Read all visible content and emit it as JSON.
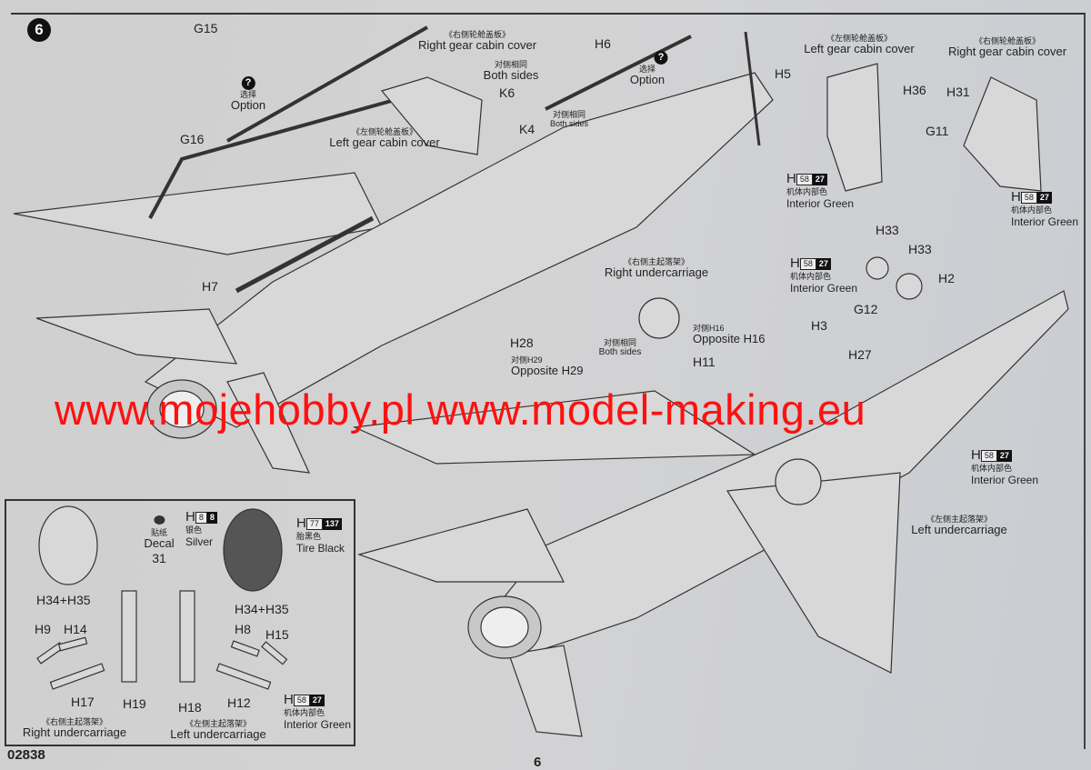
{
  "step_number": "6",
  "page_number": "6",
  "kit_number": "02838",
  "watermark": "www.mojehobby.pl www.model-making.eu",
  "option_icon": "?",
  "labels": {
    "g15": "G15",
    "g16": "G16",
    "option_cn": "选择",
    "option_en": "Option",
    "rgc_cn": "《右侧轮舱盖板》",
    "rgc_en": "Right gear cabin cover",
    "lgc_cn": "《左侧轮舱盖板》",
    "lgc_en": "Left gear cabin cover",
    "both_cn": "对侧相同",
    "both_en": "Both sides",
    "k6": "K6",
    "k4": "K4",
    "h6": "H6",
    "h5": "H5",
    "h7": "H7",
    "h36": "H36",
    "h31": "H31",
    "g11": "G11",
    "h33": "H33",
    "h2": "H2",
    "g12": "G12",
    "h3": "H3",
    "h27": "H27",
    "h28": "H28",
    "h11": "H11",
    "opp_h29_cn": "对侧H29",
    "opp_h29_en": "Opposite H29",
    "opp_h16_cn": "对侧H16",
    "opp_h16_en": "Opposite H16",
    "ru_cn": "《右侧主起落架》",
    "ru_en": "Right undercarriage",
    "lu_cn": "《左侧主起落架》",
    "lu_en": "Left undercarriage"
  },
  "paint": {
    "interior_green": {
      "prefix": "H",
      "code1": "58",
      "code2": "27",
      "cn": "机体内部色",
      "en": "Interior Green"
    },
    "silver": {
      "prefix": "H",
      "code1": "8",
      "code2": "8",
      "cn": "银色",
      "en": "Silver"
    },
    "tire_black": {
      "prefix": "H",
      "code1": "77",
      "code2": "137",
      "cn": "胎黑色",
      "en": "Tire Black"
    }
  },
  "inset": {
    "h34h35": "H34+H35",
    "h9": "H9",
    "h14": "H14",
    "h17": "H17",
    "h19": "H19",
    "h18": "H18",
    "h12": "H12",
    "h8": "H8",
    "h15": "H15",
    "decal_cn": "贴纸",
    "decal_en": "Decal",
    "decal_no": "31"
  }
}
